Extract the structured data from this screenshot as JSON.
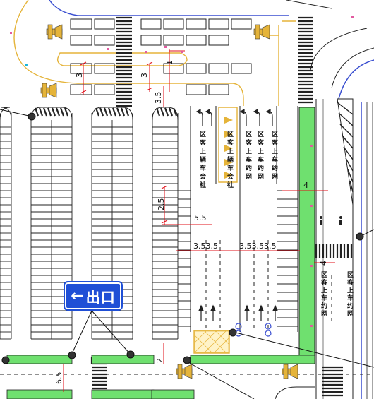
{
  "colors": {
    "green_lane": "#6fe06f",
    "red_dim": "#e0101a",
    "yellow_line": "#e5b43a",
    "sign_blue": "#1f4fd6",
    "stall_line": "#222222",
    "road_blue": "#3a4fd0"
  },
  "labels": {
    "col1": [
      "区",
      "客",
      "上",
      "辆",
      "车",
      "会",
      "社"
    ],
    "col2": [
      "区",
      "客",
      "上",
      "辆",
      "车",
      "会",
      "社"
    ],
    "col3": [
      "区",
      "客",
      "上",
      "车",
      "约",
      "网"
    ],
    "col4": [
      "区",
      "客",
      "上",
      "车",
      "约",
      "网"
    ],
    "col5": [
      "区",
      "客",
      "上",
      "车",
      "约",
      "网"
    ],
    "col6": [
      "区",
      "客",
      "上",
      "车",
      "约",
      "网"
    ],
    "col7": [
      "区",
      "客",
      "上",
      "车",
      "约",
      "网"
    ]
  },
  "dimensions": {
    "d_3a": "3",
    "d_3b": "3",
    "d_1": "1",
    "d_3_5": "3.5",
    "d_2_5": "2.5",
    "d_5_5": "5.5",
    "d_left_row": "3.53.5",
    "d_right_row": "3.53.53.5",
    "d_4a": "4",
    "d_4b": "4",
    "d_2": "2",
    "d_6_5": "6.5"
  },
  "sign": {
    "arrow": "←",
    "text": "出口"
  },
  "icons": [
    "arrow-up-icon",
    "turn-left-arrow-icon",
    "person-icon",
    "bicycle-icon",
    "callout-dot-icon"
  ]
}
